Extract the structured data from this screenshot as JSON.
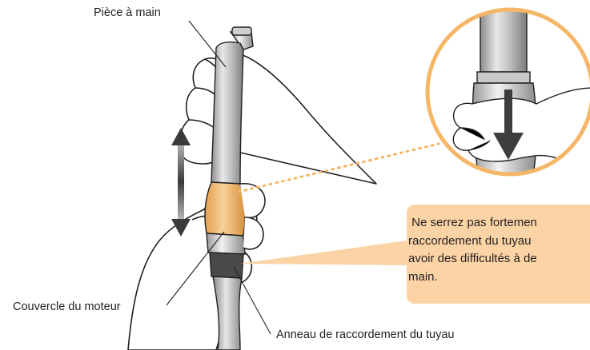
{
  "labels": {
    "handpiece": "Pièce à main",
    "motor_cover": "Couvercle du moteur",
    "hose_ring": "Anneau de raccordement du tuyau"
  },
  "note": {
    "text": " Ne serrez pas fortemen\nraccordement du tuyau\navoir des difficultés à de\nmain."
  },
  "colors": {
    "accent_orange": "#f5b767",
    "note_fill": "#fbd3a5",
    "circle_ring": "#f5b767",
    "ring_dark": "#4a4a4a",
    "arrow_dark": "#3d3d3d"
  },
  "icons": {
    "double_arrow": "up-down-arrow-icon",
    "down_arrow": "down-arrow-icon"
  }
}
